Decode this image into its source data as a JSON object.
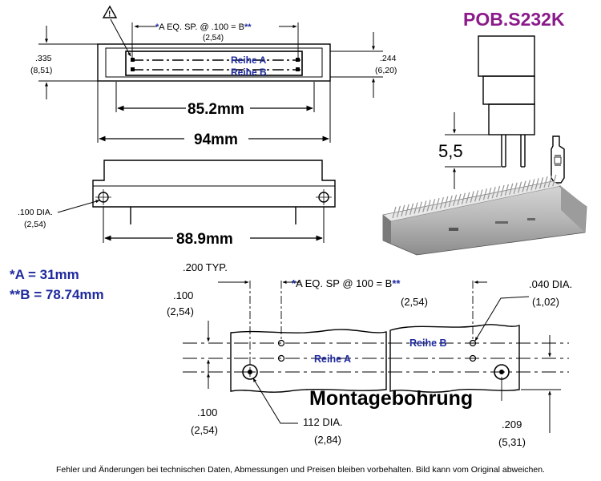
{
  "header": {
    "part_number": "POB.S232K"
  },
  "top_view": {
    "warning_mark": "!",
    "a_eq_sp_prefix": "*",
    "a_eq_sp_label": "A EQ. SP. @ .100 = B",
    "a_eq_sp_suffix": "**",
    "a_eq_sp_metric": "(2,54)",
    "dim_335_in": ".335",
    "dim_335_mm": "(8,51)",
    "dim_244_in": ".244",
    "dim_244_mm": "(6,20)",
    "row_a": "Reihe A",
    "row_b": "Reihe B",
    "dim_inner_width": "85.2mm",
    "dim_total_width": "94mm",
    "hole_dia_in": ".100 DIA.",
    "hole_dia_mm": "(2,54)",
    "dim_hole_spacing": "88.9mm"
  },
  "side_view": {
    "pin_length": "5,5"
  },
  "notes": {
    "a_value": "*A = 31mm",
    "b_value": "**B = 78.74mm"
  },
  "detail_view": {
    "typ_spacing": ".200 TYP.",
    "a_eq_sp_prefix": "*",
    "a_eq_sp_label": "A EQ. SP  @  100 = B",
    "a_eq_sp_suffix": "**",
    "a_eq_sp_metric": "(2,54)",
    "pin_dia_in": ".040 DIA.",
    "pin_dia_mm": "(1,02)",
    "dim_100_top_in": ".100",
    "dim_100_top_mm": "(2,54)",
    "row_a": "Reihe A",
    "row_b": "Reihe B",
    "mounting_label": "Montagebohrung",
    "dim_100_bottom_in": ".100",
    "dim_100_bottom_mm": "(2,54)",
    "mount_dia_in": "112 DIA.",
    "mount_dia_mm": "(2,84)",
    "dim_209_in": ".209",
    "dim_209_mm": "(5,31)"
  },
  "footer": {
    "disclaimer": "Fehler und Änderungen bei technischen Daten, Abmessungen und Preisen bleiben vorbehalten. Bild kann vom Original abweichen."
  }
}
